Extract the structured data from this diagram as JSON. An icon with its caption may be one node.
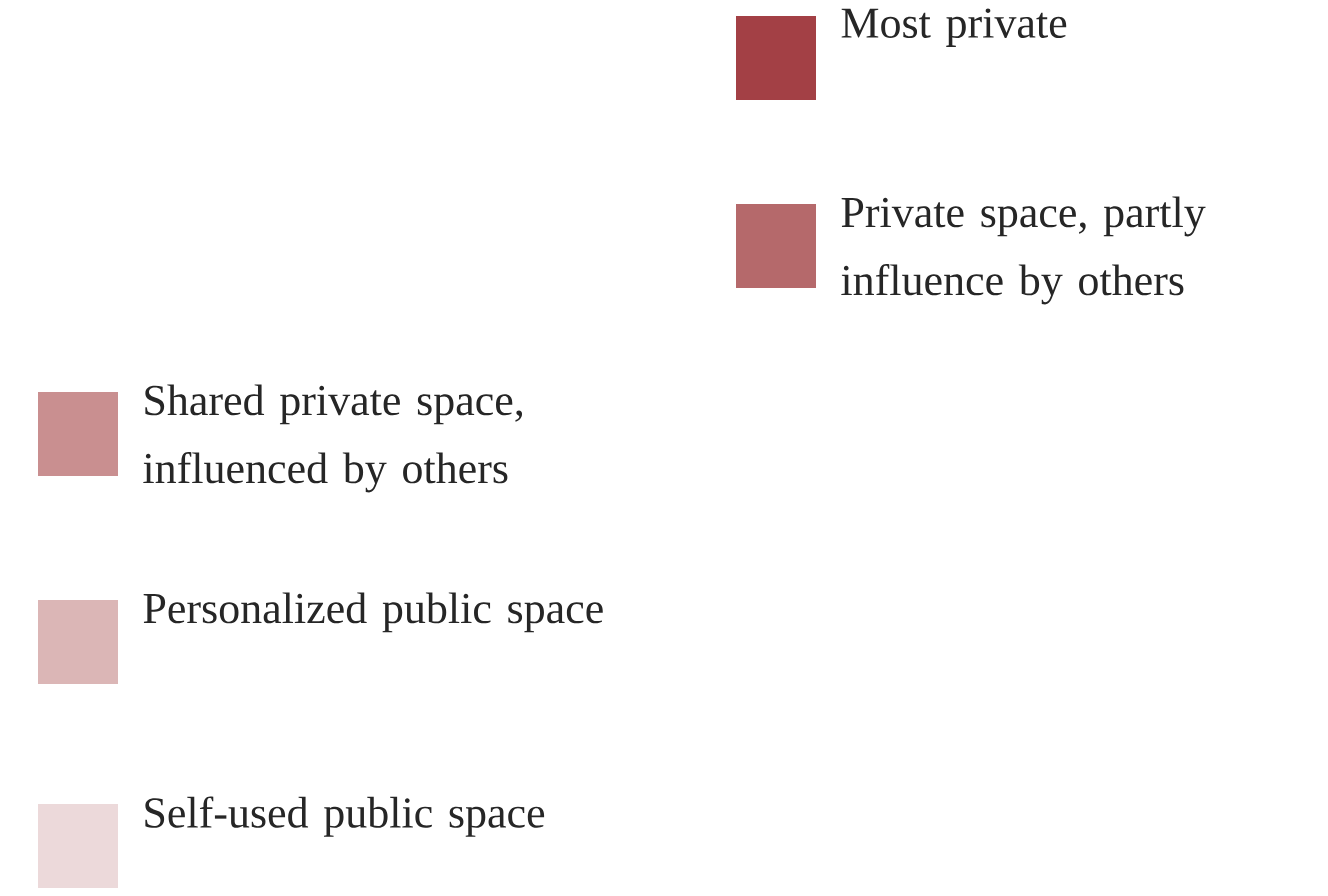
{
  "diagram": {
    "legend": [
      {
        "text": "Most private",
        "color": "#a34045"
      },
      {
        "text": "Private space, partly influence by others",
        "color": "#b5696b"
      },
      {
        "text": "Shared private space, influenced by others",
        "color": "#c98f90"
      },
      {
        "text": "Personalized public space",
        "color": "#dbb6b6"
      },
      {
        "text": "Self-used public space",
        "color": "#ecd9da"
      }
    ]
  }
}
